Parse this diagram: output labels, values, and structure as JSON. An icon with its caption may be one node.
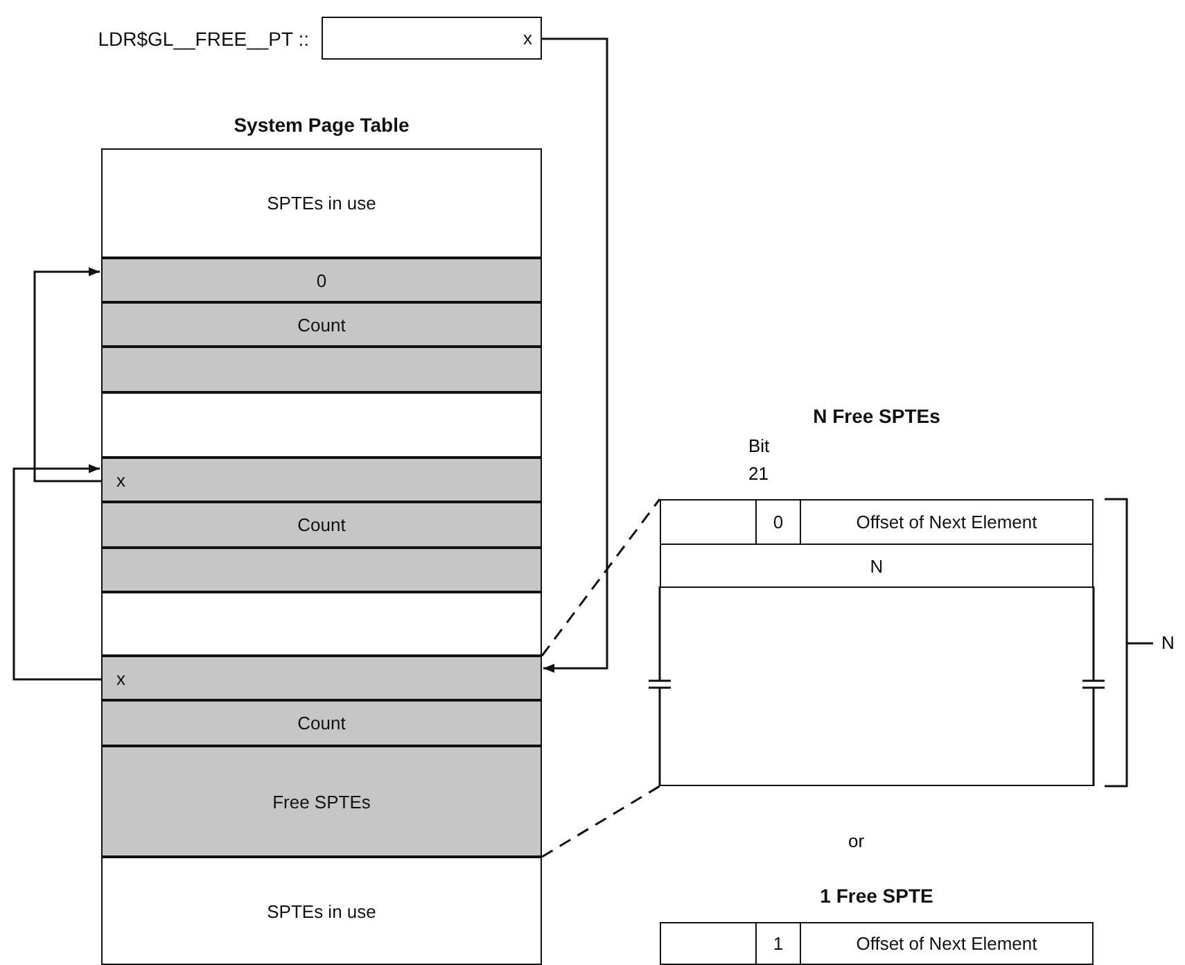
{
  "diagram": {
    "nodes": [
      {
        "text": [
          "x"
        ],
        "beside": [
          "LDR$GL__FREE__PT ::"
        ]
      },
      {
        "text": [
          "System Page Table"
        ]
      },
      {
        "text": [
          "SPTEs in use"
        ],
        "in": 1
      },
      {
        "text": [
          "0"
        ],
        "in": 1
      },
      {
        "text": [
          "Count"
        ],
        "in": 1
      },
      {
        "text": [],
        "shape": "box",
        "in": 1
      },
      {
        "text": [],
        "shape": "box",
        "in": 1
      },
      {
        "text": [
          "x"
        ],
        "in": 1
      },
      {
        "text": [
          "Count"
        ],
        "in": 1
      },
      {
        "text": [],
        "shape": "box",
        "in": 1
      },
      {
        "text": [],
        "shape": "box",
        "in": 1
      },
      {
        "text": [
          "x"
        ],
        "in": 1
      },
      {
        "text": [
          "Count"
        ],
        "in": 1
      },
      {
        "text": [
          "Free SPTEs"
        ],
        "in": 1
      },
      {
        "text": [
          "SPTEs in use"
        ],
        "in": 1
      },
      {
        "text": [
          "N Free SPTEs"
        ]
      },
      {
        "text": [],
        "shape": "box",
        "in": 15
      },
      {
        "text": [
          "0"
        ],
        "in": 15
      },
      {
        "text": [
          "Offset of Next Element"
        ],
        "in": 15
      },
      {
        "text": [
          "N"
        ],
        "in": 15
      },
      {
        "text": [],
        "shape": "box",
        "in": 15
      },
      {
        "text": [
          "1 Free SPTE"
        ]
      },
      {
        "text": [],
        "shape": "box",
        "in": 21
      },
      {
        "text": [
          "1"
        ],
        "in": 21
      },
      {
        "text": [
          "Offset of Next Element"
        ],
        "in": 21
      }
    ],
    "edges": [
      {
        "from": 0,
        "to": 11,
        "arrow": "to"
      },
      {
        "from": 11,
        "to": 7,
        "arrow": "to"
      },
      {
        "from": 7,
        "to": 3,
        "arrow": "to"
      },
      {
        "from": 11,
        "to": 15,
        "arrow": "none",
        "style": "dashed"
      },
      {
        "from": 13,
        "to": 15,
        "arrow": "none",
        "style": "dashed"
      }
    ],
    "labels": [
      "Bit 21",
      "N",
      "or"
    ]
  }
}
